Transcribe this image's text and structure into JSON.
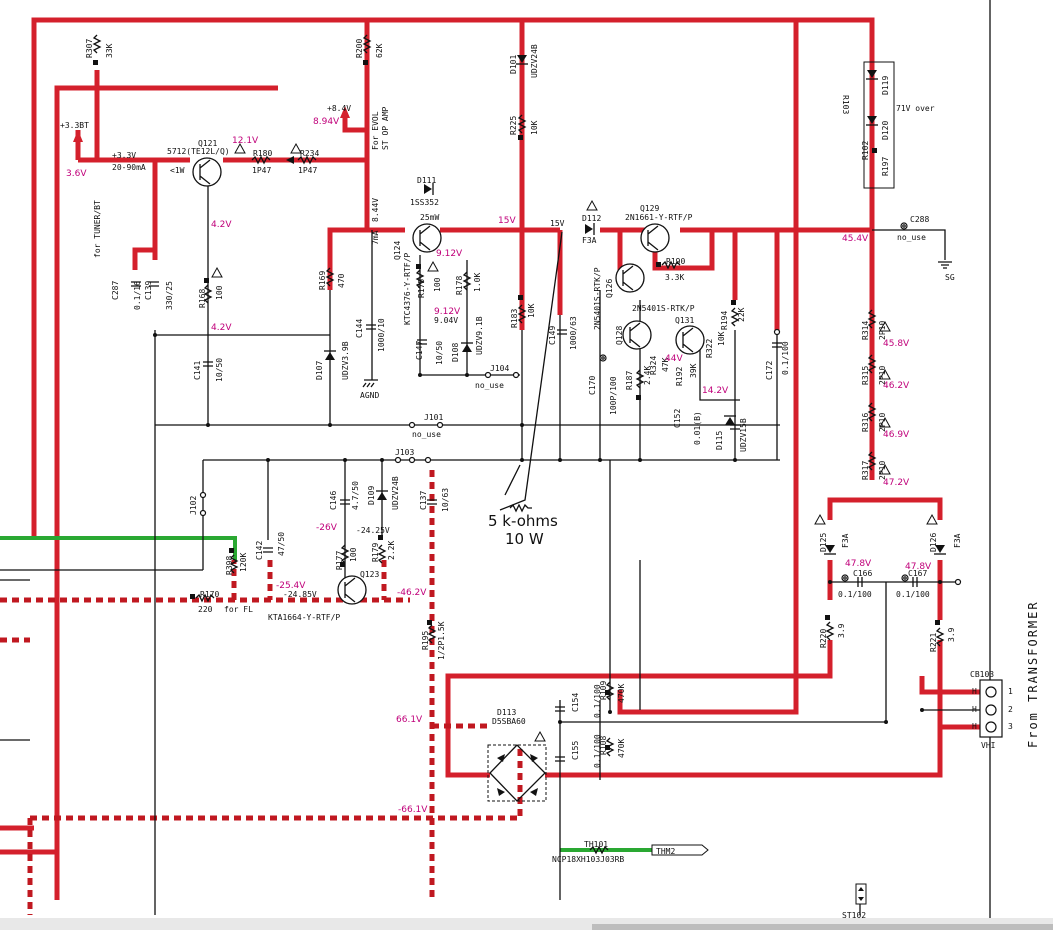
{
  "schematic": {
    "references": {
      "R307": "R307",
      "R200": "R200",
      "D101": "D101",
      "R225": "R225",
      "Q121": "Q121",
      "R180": "R180",
      "R234": "R234",
      "D111": "D111",
      "Q124": "Q124",
      "R175": "R175",
      "R178": "R178",
      "R169": "R169",
      "R168": "R168",
      "C287": "C287",
      "C139": "C139",
      "C141": "C141",
      "C144": "C144",
      "C147": "C147",
      "D108": "D108",
      "D107": "D107",
      "J104": "J104",
      "J101": "J101",
      "J102": "J102",
      "J103": "J103",
      "R183": "R183",
      "C149": "C149",
      "D112": "D112",
      "Q129": "Q129",
      "R190": "R190",
      "Q126": "Q126",
      "Q128": "Q128",
      "Q131": "Q131",
      "R187": "R187",
      "R324": "R324",
      "R192": "R192",
      "R322": "R322",
      "R194": "R194",
      "C170": "C170",
      "C152": "C152",
      "D115": "D115",
      "C172": "C172",
      "C288": "C288",
      "R103": "R103",
      "D119": "D119",
      "D120": "D120",
      "R102": "R102",
      "R197": "R197",
      "R314": "R314",
      "R315": "R315",
      "R316": "R316",
      "R317": "R317",
      "C146": "C146",
      "D109": "D109",
      "C137": "C137",
      "C142": "C142",
      "R398": "R398",
      "R177": "R177",
      "R179": "R179",
      "Q123": "Q123",
      "R170": "R170",
      "R195": "R195",
      "D113": "D113",
      "C154": "C154",
      "R109": "R109",
      "C155": "C155",
      "R108": "R108",
      "D125": "D125",
      "D126": "D126",
      "C166": "C166",
      "C167": "C167",
      "R220": "R220",
      "R221": "R221",
      "CB103": "CB103",
      "TH101": "TH101",
      "ST102": "ST102"
    },
    "values": {
      "R307": "33K",
      "R200": "62K",
      "D101": "UDZV24B",
      "R225": "10K",
      "Q121": "5712(TE12L/Q)",
      "Q121_note": "<1W",
      "R180": "1P47",
      "R234": "1P47",
      "D111": "1SS352",
      "Q124": "KTC4376-Y-RTF/P",
      "Q124_pwr": "25mW",
      "R175": "100",
      "R178": "1.0K",
      "R169": "470",
      "R168": "100",
      "C287": "0.1/16",
      "C139": "330/25",
      "C141": "10/50",
      "C144": "1000/10",
      "C147": "10/50",
      "D108": "UDZV9.1B",
      "D107": "UDZV3.9B",
      "R183": "10K",
      "C149": "1000/63",
      "D112": "F3A",
      "Q129": "2N1661-Y-RTF/P",
      "R190": "3.3K",
      "Q126": "2N5401S-RTK/P",
      "Q128": "2N5401S-RTK/P",
      "R187": "2.4K",
      "R324": "47K",
      "R192": "39K",
      "R322": "10K",
      "R194": "22K",
      "C170": "100P/100",
      "C152": "0.01(B)",
      "D115": "UDZV15B",
      "C172": "0.1/100",
      "R314": "2P10",
      "R315": "2P10",
      "R316": "2P10",
      "R317": "2P10",
      "C146": "4.7/50",
      "D109": "UDZV24B",
      "C137": "10/63",
      "C142": "47/50",
      "R398": "120K",
      "R177": "100",
      "R179": "2.2K",
      "Q123": "KTA1664-Y-RTF/P",
      "R170": "220",
      "R170_note": "for FL",
      "R195": "1/2P1.5K",
      "D113": "D5SBA60",
      "C154": "0.1/100",
      "R109": "470K",
      "C155": "0.1/100",
      "R108": "470K",
      "D125": "F3A",
      "D126": "F3A",
      "C166": "0.1/100",
      "C167": "0.1/100",
      "R220": "3.9",
      "R221": "3.9",
      "TH101": "NCP18XH103J03RB",
      "CB103": "VHI",
      "R103": "71V over"
    },
    "voltages": {
      "v_3_6": "3.6V",
      "v_12_1": "12.1V",
      "v_8_94": "8.94V",
      "v_4_2a": "4.2V",
      "v_4_2b": "4.2V",
      "v_9_12a": "9.12V",
      "v_9_12b": "9.12V",
      "v_15a": "15V",
      "v_15b": "15V",
      "v_45_4": "45.4V",
      "v_44": "44V",
      "v_14_2": "14.2V",
      "v_45_8": "45.8V",
      "v_46_2": "46.2V",
      "v_46_9": "46.9V",
      "v_47_2": "47.2V",
      "v_47_8a": "47.8V",
      "v_47_8b": "47.8V",
      "v_m26": "-26V",
      "v_m25_4": "-25.4V",
      "v_m46_2": "-46.2V",
      "v_66_1": "66.1V",
      "v_m66_1": "-66.1V"
    },
    "black_voltages": {
      "b_8_44": "8.44V",
      "b_9_04": "9.04V",
      "b_m24_25": "-24.25V",
      "b_m24_85": "-24.85V",
      "b_15": "15V"
    },
    "nets": {
      "p33bt": "+3.3BT",
      "p33": "+3.3V",
      "cur": "20-90mA",
      "p84": "+8.4V",
      "evol": "For EVOL",
      "stamp": "ST OP AMP",
      "tuner": "for TUNER/BT",
      "seven_ma": "7mA",
      "agnd": "AGND",
      "sg": "SG",
      "no_use": "no_use",
      "thm2": "THM2",
      "vhi": "VHI",
      "pin1": "1",
      "pin2": "2",
      "pin3": "3",
      "pin_h1": "H",
      "pin_h2": "H",
      "pin_h3": "H",
      "ohm_note": "5 k-ohms",
      "watt_note": "10 W",
      "from_transformer": "From TRANSFORMER",
      "f3a_top": "F3A",
      "v71over": "71V over"
    },
    "colors": {
      "highcurrent": "#d4202c",
      "voltage": "#c0007a",
      "green": "#2aa832"
    }
  }
}
